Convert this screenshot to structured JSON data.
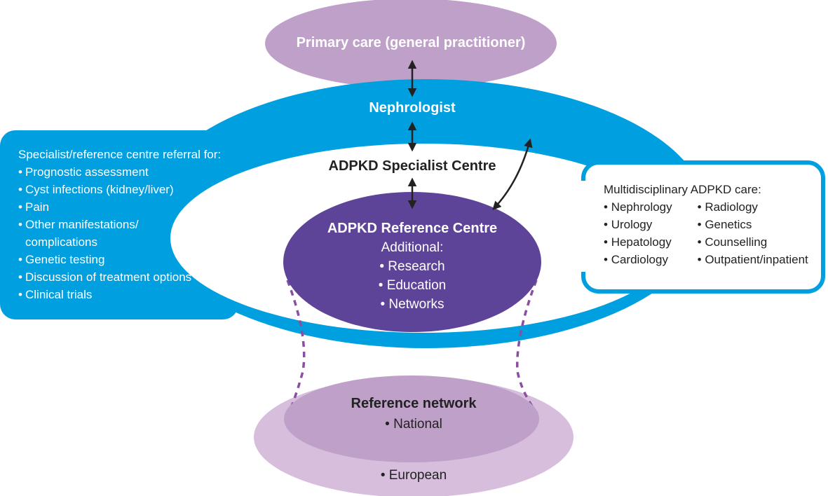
{
  "colors": {
    "purple_light": "#bfa0c9",
    "purple_pale": "#d8bedd",
    "purple_dark": "#5e4499",
    "blue": "#009fe0",
    "dash": "#8a4fa0",
    "arrow": "#222222"
  },
  "primary_care": "Primary care (general practitioner)",
  "nephrologist": "Nephrologist",
  "specialist_centre": "ADPKD Specialist Centre",
  "reference_centre": {
    "title": "ADPKD Reference Centre",
    "subtitle": "Additional:",
    "items": [
      "• Research",
      "• Education",
      "• Networks"
    ]
  },
  "referral_panel": {
    "heading": "Specialist/reference centre referral for:",
    "items": [
      "Prognostic assessment",
      "Cyst infections (kidney/liver)",
      "Pain",
      "Other manifestations/",
      "Genetic testing",
      "Discussion of treatment options",
      "Clinical trials"
    ],
    "item3_continuation": "complications"
  },
  "care_panel": {
    "heading": "Multidisciplinary ADPKD care:",
    "col1": [
      "Nephrology",
      "Urology",
      "Hepatology",
      "Cardiology"
    ],
    "col2": [
      "Radiology",
      "Genetics",
      "Counselling",
      "Outpatient/inpatient"
    ]
  },
  "reference_network": {
    "title": "Reference network",
    "national": "• National",
    "european": "• European"
  }
}
